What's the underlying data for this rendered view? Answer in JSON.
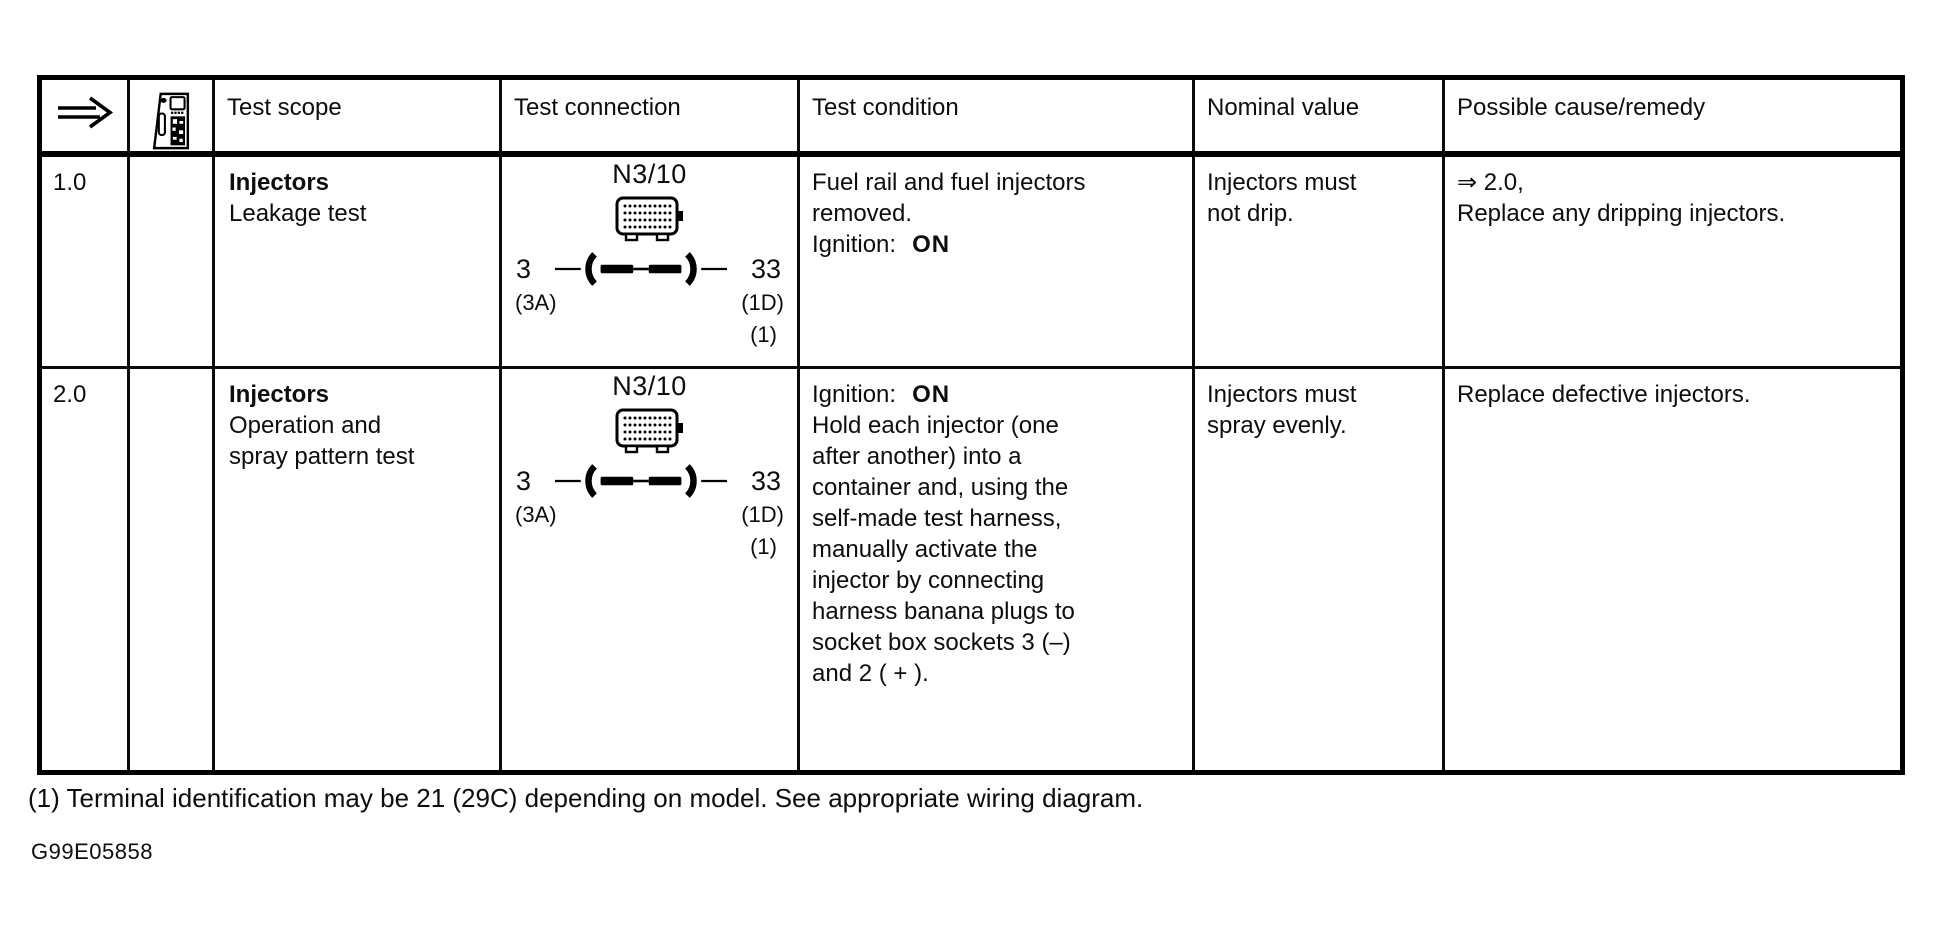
{
  "icons": {
    "header_arrow": "double-right-arrow",
    "header_device": "handheld-tester",
    "connector": "multi-pin-connector",
    "leads": "test-leads-jumper"
  },
  "table": {
    "header": {
      "arrow_symbol": "⇒",
      "test_scope": "Test scope",
      "test_connection": "Test connection",
      "test_condition": "Test condition",
      "nominal_value": "Nominal value",
      "possible_cause_remedy": "Possible cause/remedy"
    },
    "rows": [
      {
        "step": "1.0",
        "scope_title": "Injectors",
        "scope_detail": "Leakage test",
        "connection": {
          "component": "N3/10",
          "left_socket": "3",
          "left_socket_alt": "(3A)",
          "right_socket": "33",
          "right_socket_alt": "(1D)",
          "footnote_ref": "(1)"
        },
        "condition_before_ignition": "Fuel rail and fuel injectors\nremoved.",
        "ignition_label": "Ignition:",
        "ignition_state": "ON",
        "condition_after_ignition": "",
        "nominal_value": "Injectors must\nnot drip.",
        "remedy": "⇒ 2.0,\nReplace any dripping injectors."
      },
      {
        "step": "2.0",
        "scope_title": "Injectors",
        "scope_detail": "Operation and\nspray pattern test",
        "connection": {
          "component": "N3/10",
          "left_socket": "3",
          "left_socket_alt": "(3A)",
          "right_socket": "33",
          "right_socket_alt": "(1D)",
          "footnote_ref": "(1)"
        },
        "condition_before_ignition": "",
        "ignition_label": "Ignition:",
        "ignition_state": "ON",
        "condition_after_ignition": "Hold each injector (one\nafter another) into a\ncontainer and, using the\nself-made test harness,\nmanually activate the\ninjector by connecting\nharness banana plugs to\nsocket box sockets 3 (–)\nand 2 ( + ).",
        "nominal_value": "Injectors must\nspray evenly.",
        "remedy": "Replace defective injectors."
      }
    ]
  },
  "footnote": "(1) Terminal identification may be 21 (29C) depending on model. See appropriate wiring diagram.",
  "figure_id": "G99E05858"
}
